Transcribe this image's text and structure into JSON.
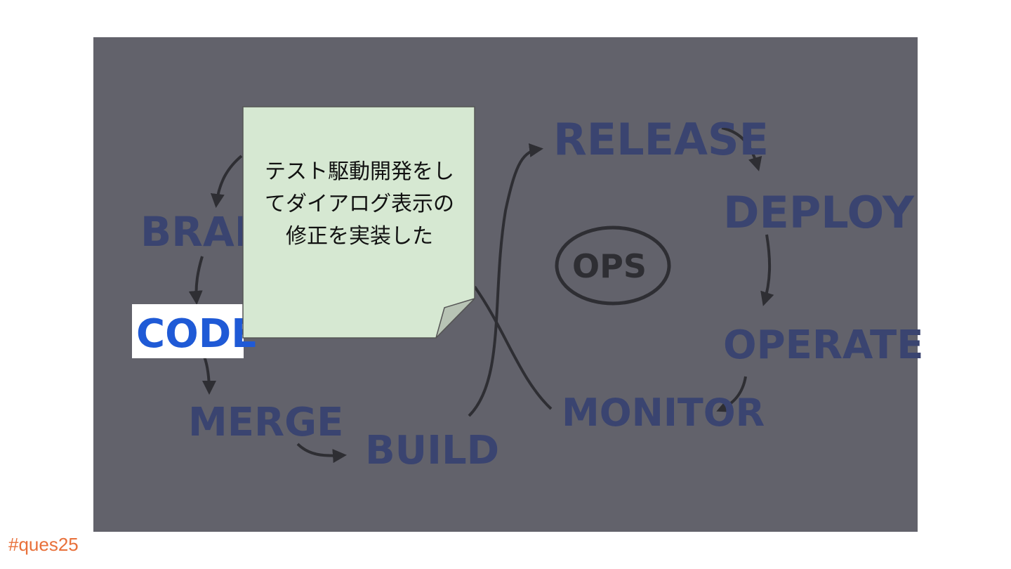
{
  "diagram": {
    "center_label": "OPS",
    "stages": {
      "branch": "BRANCH",
      "code": "CODE",
      "merge": "MERGE",
      "build": "BUILD",
      "release": "RELEASE",
      "deploy": "DEPLOY",
      "operate": "OPERATE",
      "monitor": "MONITOR"
    },
    "colors": {
      "background": "#62626b",
      "stage_text": "#3a4470",
      "highlight_text": "#1f5ad6",
      "arrow": "#2e2e33"
    }
  },
  "sticky_note": {
    "text": "テスト駆動開発をし\nてダイアログ表示の\n修正を実装した",
    "color": "#d6e8d2"
  },
  "hashtag": "#ques25"
}
